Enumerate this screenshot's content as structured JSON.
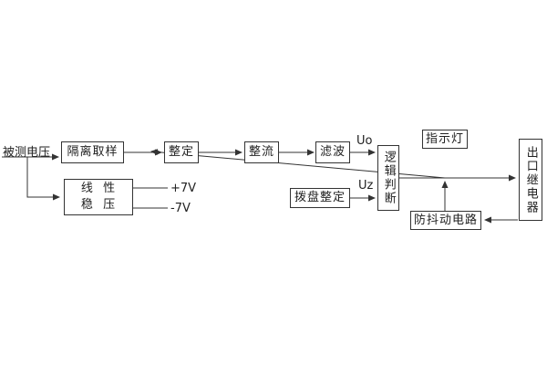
{
  "colors": {
    "background": "#ffffff",
    "line": "#333333",
    "text": "#222222"
  },
  "diagram": {
    "source_label": "被测电压",
    "nodes": {
      "isolation": "隔离取样",
      "setting": "整定",
      "rectifier": "整流",
      "filter": "滤波",
      "logic": "逻辑判断",
      "indicator": "指示灯",
      "output_relay": "出口继电器",
      "dial_setting": "拨盘整定",
      "anti_jitter": "防抖动电路",
      "linear_line1": "线  性",
      "linear_line2": "稳  压"
    },
    "signal_labels": {
      "uo": "Uo",
      "uz": "Uz",
      "plus7v": "+7V",
      "minus7v": "-7V"
    }
  }
}
